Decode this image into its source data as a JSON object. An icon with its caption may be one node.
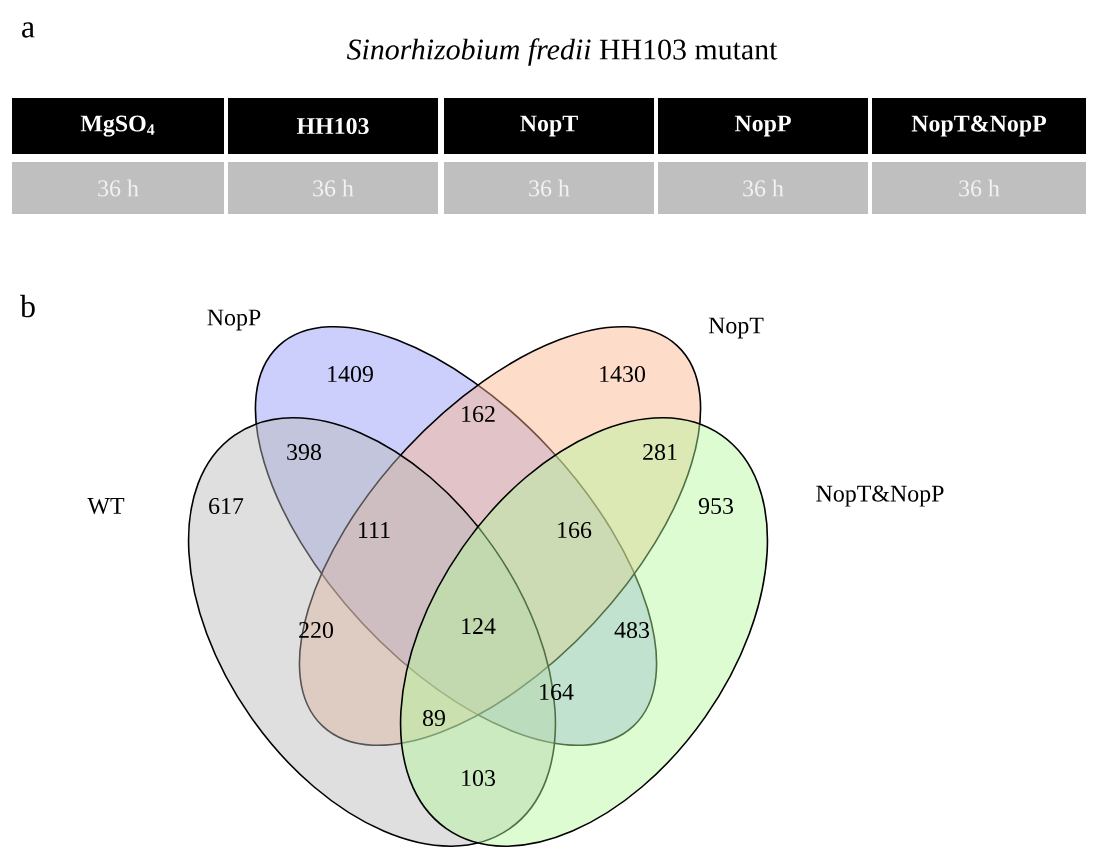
{
  "diagram": {
    "title": "*Sinorhizobium fredii* HH103 mutant",
    "nodes": [
      {
        "text": [
          "NopP"
        ]
      },
      {
        "text": [
          "NopT"
        ]
      },
      {
        "text": [
          "WT"
        ]
      },
      {
        "text": [
          "NopT&NopP"
        ]
      }
    ],
    "labels": [
      "a",
      "MgSO$_{4}$",
      "HH103",
      "NopT",
      "NopP",
      "NopT&NopP",
      "36 h",
      "36 h",
      "36 h",
      "36 h",
      "36 h",
      "b",
      "1409",
      "162",
      "1430",
      "398",
      "281",
      "617",
      "111",
      "166",
      "953",
      "220",
      "124",
      "483",
      "89",
      "164",
      "103"
    ]
  }
}
